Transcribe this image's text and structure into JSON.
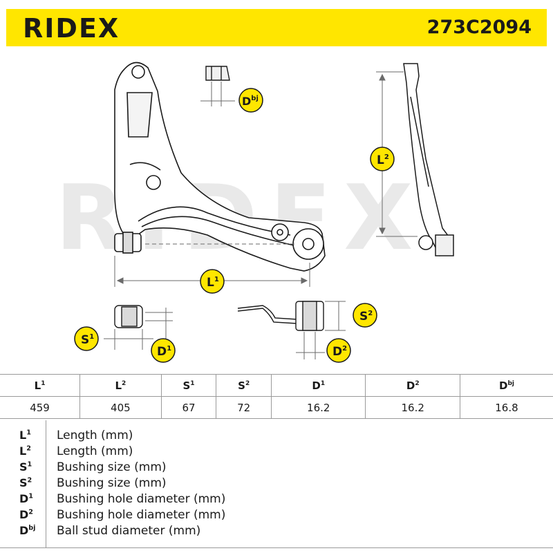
{
  "header": {
    "logo": "RIDEX",
    "part_number": "273C2094",
    "brand_color": "#ffe600"
  },
  "watermark": "RIDEX",
  "diagram_labels": {
    "dbj": {
      "base": "D",
      "sup": "bj"
    },
    "l1": {
      "base": "L",
      "sup": "1"
    },
    "l2": {
      "base": "L",
      "sup": "2"
    },
    "s1": {
      "base": "S",
      "sup": "1"
    },
    "s2": {
      "base": "S",
      "sup": "2"
    },
    "d1": {
      "base": "D",
      "sup": "1"
    },
    "d2": {
      "base": "D",
      "sup": "2"
    }
  },
  "specs_table": {
    "headers": [
      {
        "base": "L",
        "sup": "1"
      },
      {
        "base": "L",
        "sup": "2"
      },
      {
        "base": "S",
        "sup": "1"
      },
      {
        "base": "S",
        "sup": "2"
      },
      {
        "base": "D",
        "sup": "1"
      },
      {
        "base": "D",
        "sup": "2"
      },
      {
        "base": "D",
        "sup": "bj"
      }
    ],
    "values": [
      "459",
      "405",
      "67",
      "72",
      "16.2",
      "16.2",
      "16.8"
    ]
  },
  "legend": [
    {
      "base": "L",
      "sup": "1",
      "text": "Length (mm)"
    },
    {
      "base": "L",
      "sup": "2",
      "text": "Length (mm)"
    },
    {
      "base": "S",
      "sup": "1",
      "text": "Bushing size (mm)"
    },
    {
      "base": "S",
      "sup": "2",
      "text": "Bushing size (mm)"
    },
    {
      "base": "D",
      "sup": "1",
      "text": "Bushing hole diameter (mm)"
    },
    {
      "base": "D",
      "sup": "2",
      "text": "Bushing hole diameter (mm)"
    },
    {
      "base": "D",
      "sup": "bj",
      "text": "Ball stud diameter (mm)"
    }
  ]
}
